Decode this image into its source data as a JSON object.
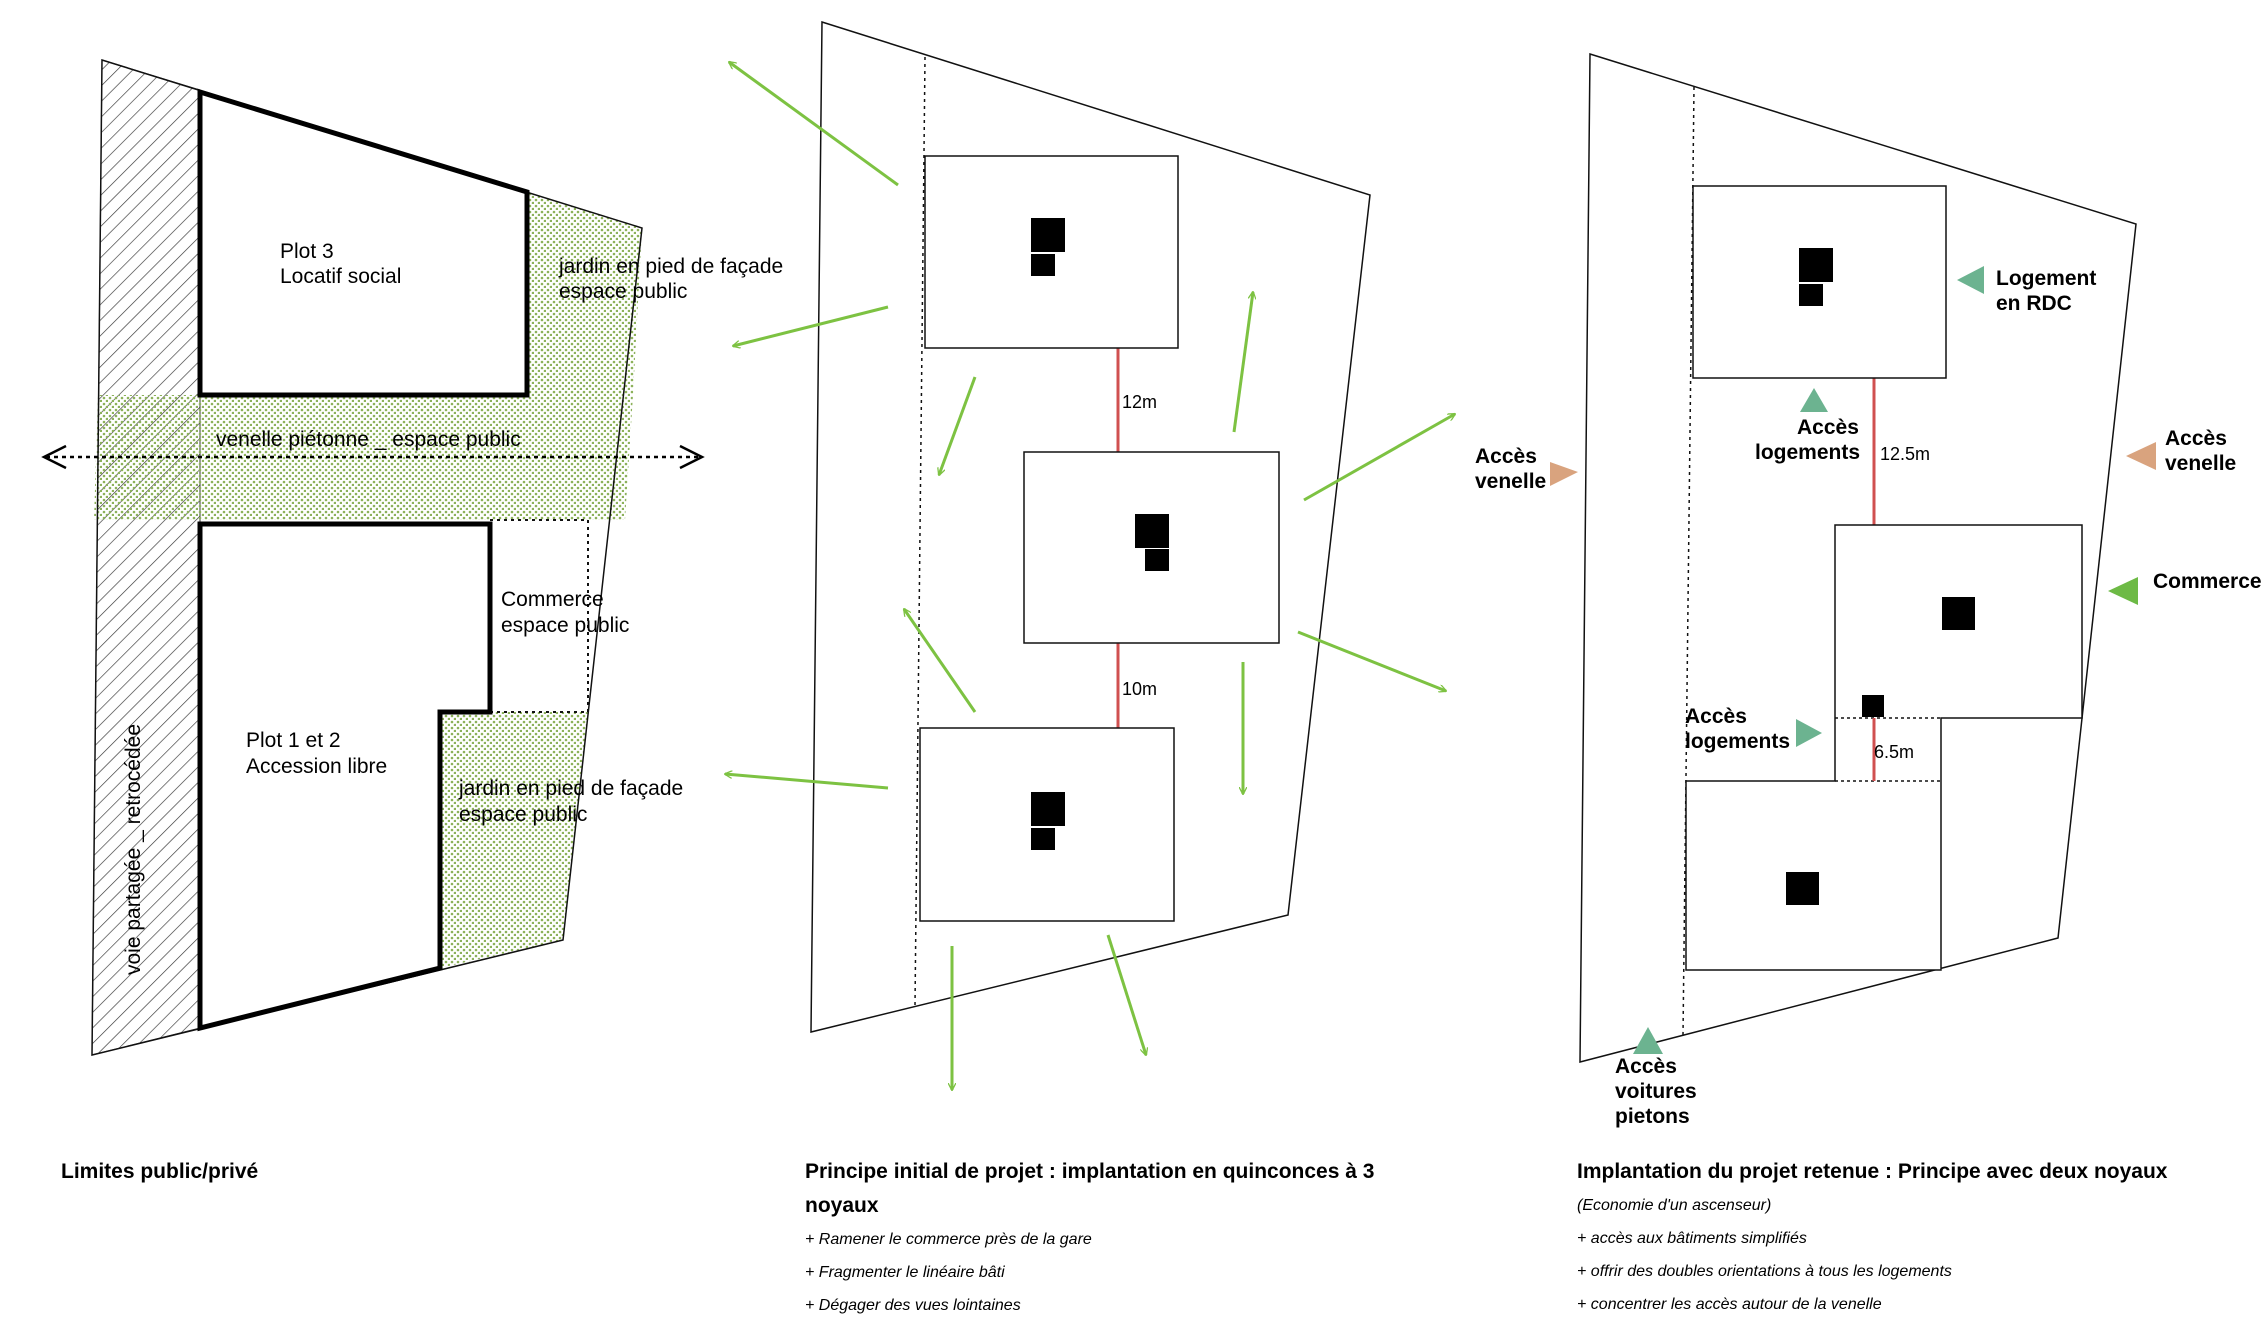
{
  "colors": {
    "green_arrow": "#7dc242",
    "green_dots": "#8cb15a",
    "red_distance": "#d05050",
    "teal_marker": "#6cb390",
    "tan_marker": "#d9a37e",
    "green_marker": "#6dba45",
    "hatch": "#333333"
  },
  "panel1": {
    "plot3": [
      "Plot 3",
      "Locatif social"
    ],
    "jardin_top": [
      "jardin en pied de façade",
      "espace public"
    ],
    "venelle": "venelle piétonne _ espace public",
    "commerce": [
      "Commerce",
      "espace public"
    ],
    "plot12": [
      "Plot 1 et 2",
      "Accession libre"
    ],
    "jardin_bottom": [
      "jardin en pied de façade",
      "espace public"
    ],
    "voie": "voie partagée _ retrocédée"
  },
  "panel2": {
    "dist_1": "12m",
    "dist_2": "10m"
  },
  "panel3": {
    "acces_venelle_left": [
      "Accès",
      "venelle"
    ],
    "acces_logements_top": [
      "Accès",
      "logements"
    ],
    "dist_1": "12.5m",
    "logement_rdc": [
      "Logement",
      "en RDC"
    ],
    "acces_venelle_right": [
      "Accès",
      "venelle"
    ],
    "commerce": "Commerce",
    "acces_logements_mid": [
      "Accès",
      "logements"
    ],
    "dist_2": "6.5m",
    "acces_voitures": [
      "Accès",
      "voitures",
      "pietons"
    ]
  },
  "captions": {
    "left": {
      "title": "Limites public/privé"
    },
    "middle": {
      "title": "Principe initial de projet : implantation en quinconces à 3 noyaux",
      "items": [
        "+ Ramener le commerce près de la gare",
        "+ Fragmenter le linéaire bâti",
        "+ Dégager des vues lointaines"
      ]
    },
    "right": {
      "title": "Implantation du projet retenue : Principe avec deux noyaux",
      "items": [
        "(Economie d'un ascenseur)",
        "+ accès aux bâtiments simplifiés",
        "+ offrir des doubles orientations à tous les logements",
        "+ concentrer les accès autour de la venelle"
      ]
    }
  }
}
